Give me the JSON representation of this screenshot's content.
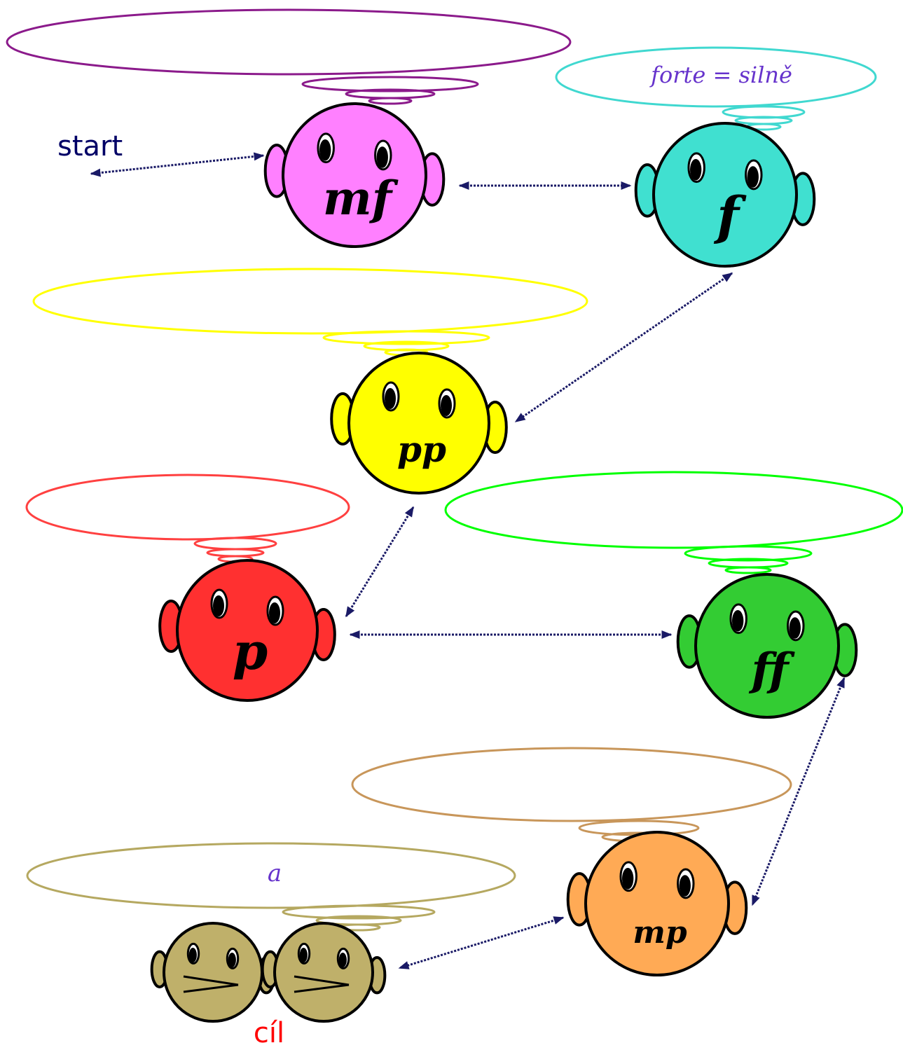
{
  "start_label": "start",
  "goal_label": "cíl",
  "faces": [
    {
      "id": "mf",
      "label": "mf",
      "color": "#ff80ff",
      "bubble_color": "#8b1a8b",
      "bubble_text": ""
    },
    {
      "id": "f",
      "label": "f",
      "color": "#40e0d0",
      "bubble_color": "#40d8d0",
      "bubble_text": "forte = silně"
    },
    {
      "id": "pp",
      "label": "pp",
      "color": "#ffff00",
      "bubble_color": "#ffff00",
      "bubble_text": ""
    },
    {
      "id": "p",
      "label": "p",
      "color": "#ff3030",
      "bubble_color": "#ff4040",
      "bubble_text": ""
    },
    {
      "id": "ff",
      "label": "ff",
      "color": "#33cc33",
      "bubble_color": "#00ff00",
      "bubble_text": ""
    },
    {
      "id": "mp",
      "label": "mp",
      "color": "#ffaa55",
      "bubble_color": "#c8965a",
      "bubble_text": ""
    }
  ],
  "goal_pair": {
    "color": "#bfb06a",
    "bubble_color": "#b5a860",
    "bubble_text": "a"
  },
  "colors": {
    "arrow": "#1a1a66",
    "start_text": "#000066",
    "goal_text": "#ff0000",
    "handwriting": "#6633cc"
  }
}
